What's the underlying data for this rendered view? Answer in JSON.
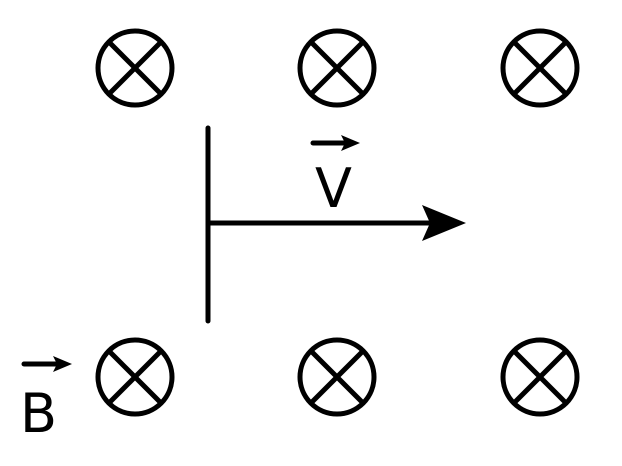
{
  "figure": {
    "field_symbol": "into-page-cross-circle",
    "field_symbol_count": 6,
    "velocity_label": "V",
    "field_label": "B",
    "line_color": "#000000",
    "background_color": "#ffffff"
  }
}
